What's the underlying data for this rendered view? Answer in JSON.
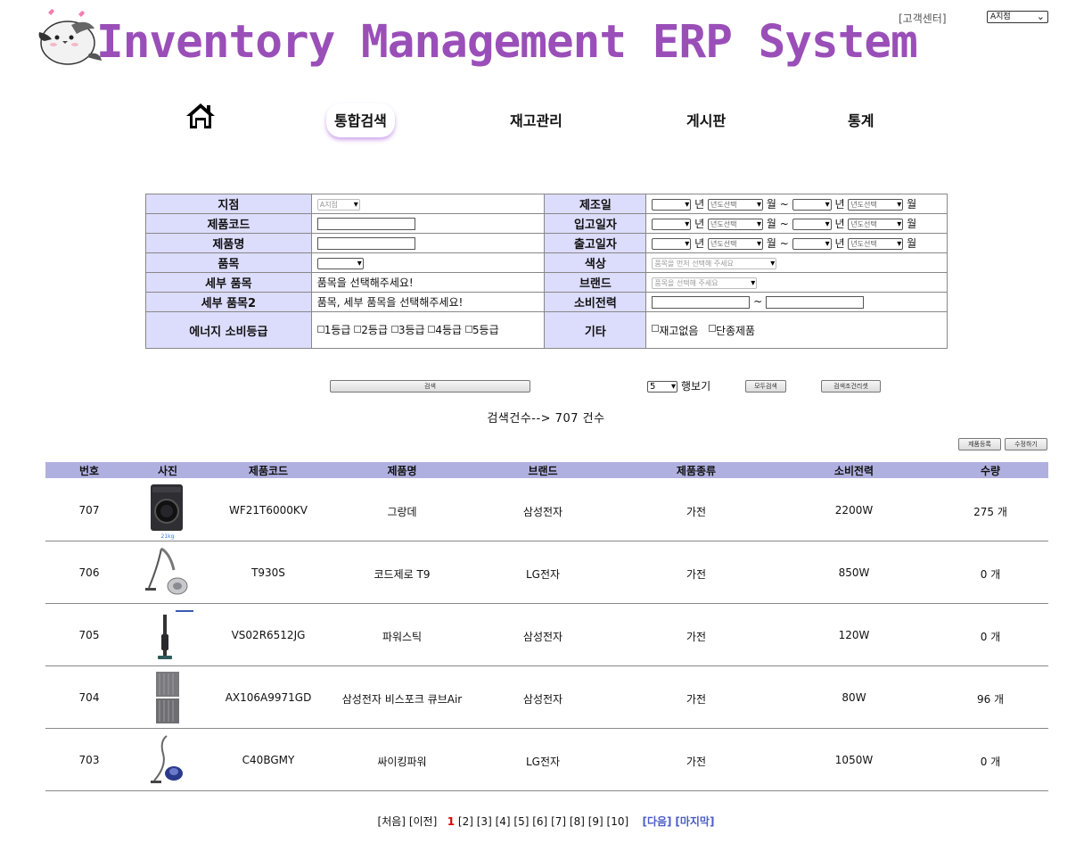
{
  "header": {
    "title": "Inventory Management ERP System",
    "customer_center": "[고객센터]",
    "branch_select": "A지점",
    "logo_icon": "bird-mascot-icon"
  },
  "nav": {
    "home_icon": "home-icon",
    "items": [
      "통합검색",
      "재고관리",
      "게시판",
      "통계"
    ],
    "active": "통합검색"
  },
  "search": {
    "labels": {
      "branch": "지점",
      "product_code": "제품코드",
      "product_name": "제품명",
      "category": "품목",
      "sub_category": "세부 품목",
      "sub_category2": "세부 품목2",
      "energy_grade": "에너지 소비등급",
      "mfg_date": "제조일",
      "in_date": "입고일자",
      "out_date": "출고일자",
      "color": "색상",
      "brand": "브랜드",
      "power": "소비전력",
      "etc": "기타"
    },
    "branch_value": "A지점",
    "sub_category_msg": "품목을 선택해주세요!",
    "sub_category2_msg": "품목, 세부 품목을 선택해주세요!",
    "energy_grades": [
      "1등급",
      "2등급",
      "3등급",
      "4등급",
      "5등급"
    ],
    "year_unit": "년",
    "month_unit": "월",
    "range_sep": "~",
    "month_placeholder": "년도선택",
    "color_placeholder": "품목을 먼저 선택해 주세요",
    "brand_placeholder": "품목을 선택해 주세요",
    "etc_options": [
      "재고없음",
      "단종제품"
    ]
  },
  "controls": {
    "search_button": "검색",
    "rows_value": "5",
    "rows_label": "행보기",
    "all_search_button": "모두검색",
    "reset_button": "검색조건리셋",
    "register_button": "제품등록",
    "edit_button": "수정하기"
  },
  "result_count": "검색건수--> 707 건수",
  "table": {
    "headers": [
      "번호",
      "사진",
      "제품코드",
      "제품명",
      "브랜드",
      "제품종류",
      "소비전력",
      "수량"
    ],
    "rows": [
      {
        "no": "707",
        "code": "WF21T6000KV",
        "name": "그랑데",
        "brand": "삼성전자",
        "type": "가전",
        "power": "2200W",
        "qty": "275 개",
        "photo_icon": "washing-machine-icon",
        "photo_caption": "21kg"
      },
      {
        "no": "706",
        "code": "T930S",
        "name": "코드제로 T9",
        "brand": "LG전자",
        "type": "가전",
        "power": "850W",
        "qty": "0 개",
        "photo_icon": "canister-vacuum-icon"
      },
      {
        "no": "705",
        "code": "VS02R6512JG",
        "name": "파워스틱",
        "brand": "삼성전자",
        "type": "가전",
        "power": "120W",
        "qty": "0 개",
        "photo_icon": "stick-vacuum-icon"
      },
      {
        "no": "704",
        "code": "AX106A9971GD",
        "name": "삼성전자 비스포크 큐브Air",
        "brand": "삼성전자",
        "type": "가전",
        "power": "80W",
        "qty": "96 개",
        "photo_icon": "air-purifier-icon"
      },
      {
        "no": "703",
        "code": "C40BGMY",
        "name": "싸이킹파워",
        "brand": "LG전자",
        "type": "가전",
        "power": "1050W",
        "qty": "0 개",
        "photo_icon": "cyclone-vacuum-icon"
      }
    ]
  },
  "pagination": {
    "first": "[처음]",
    "prev": "[이전]",
    "current": "1",
    "pages": [
      "[2]",
      "[3]",
      "[4]",
      "[5]",
      "[6]",
      "[7]",
      "[8]",
      "[9]",
      "[10]"
    ],
    "next": "[다음]",
    "last": "[마지막]"
  }
}
